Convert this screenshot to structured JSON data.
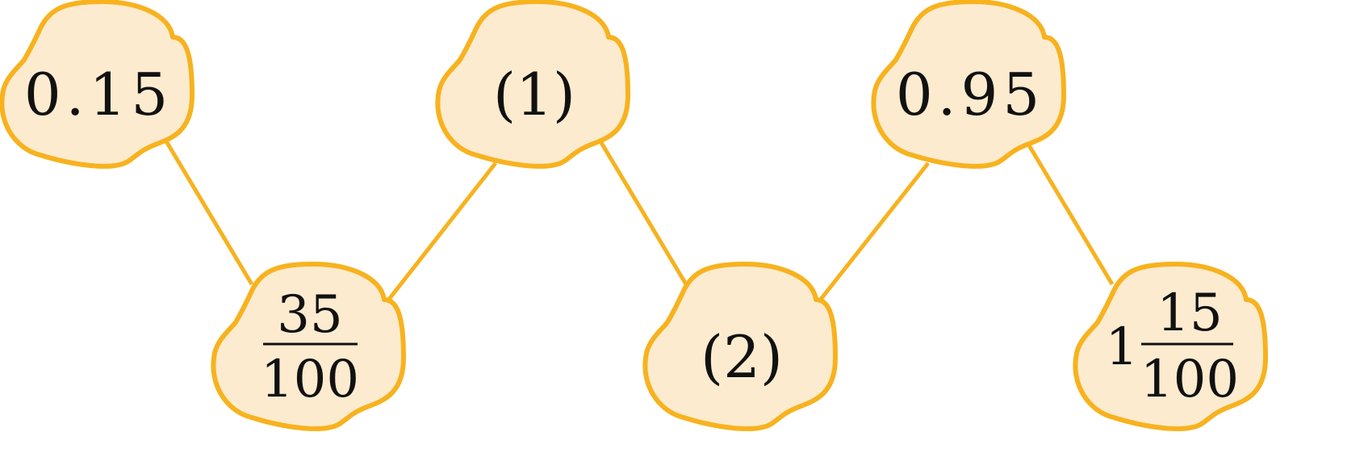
{
  "colors": {
    "bubble_fill": "#FDEBCF",
    "bubble_stroke": "#F7B21E",
    "connector": "#F7B21E",
    "text": "#111111"
  },
  "nodes": [
    {
      "kind": "decimal",
      "text": "0.15"
    },
    {
      "kind": "fraction",
      "numerator": "35",
      "denominator": "100"
    },
    {
      "kind": "blank",
      "text": "(1)"
    },
    {
      "kind": "blank",
      "text": "(2)"
    },
    {
      "kind": "decimal",
      "text": "0.95"
    },
    {
      "kind": "mixed",
      "whole": "1",
      "numerator": "15",
      "denominator": "100"
    }
  ]
}
